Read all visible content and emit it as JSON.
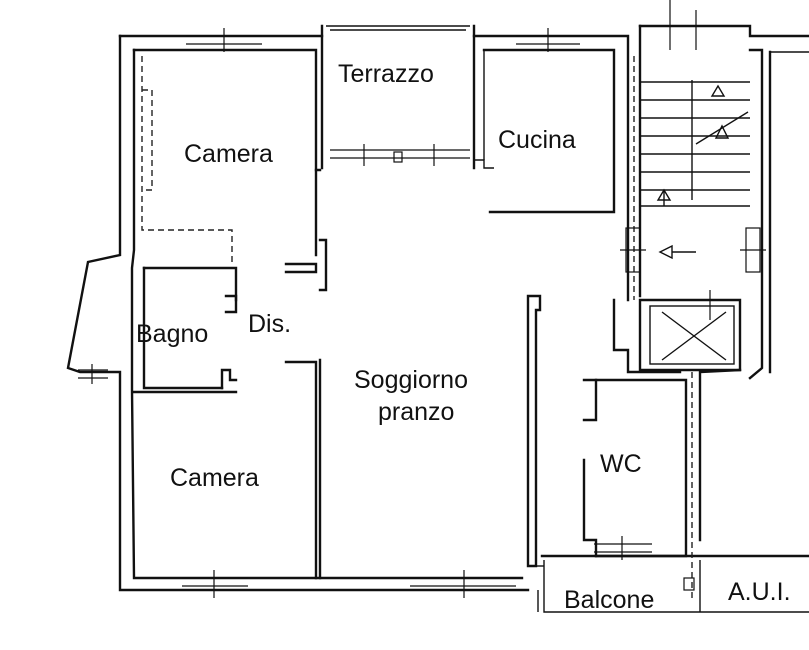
{
  "plan": {
    "rooms": {
      "terrazzo": "Terrazzo",
      "cucina": "Cucina",
      "camera_top": "Camera",
      "bagno": "Bagno",
      "dis": "Dis.",
      "soggiorno_line1": "Soggiorno",
      "soggiorno_line2": "pranzo",
      "camera_bottom": "Camera",
      "wc": "WC",
      "balcone": "Balcone",
      "aui": "A.U.I."
    }
  }
}
